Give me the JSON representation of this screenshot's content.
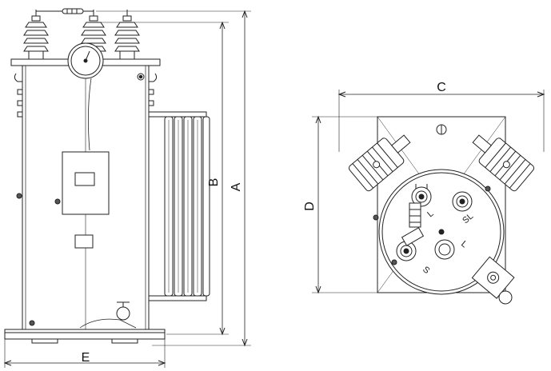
{
  "diagram": {
    "dimension_labels": {
      "a": "A",
      "b": "B",
      "c": "C",
      "d": "D",
      "e": "E"
    },
    "bushing_marks": {
      "l1": "L",
      "l2": "L",
      "s1": "S",
      "sl": "SL"
    },
    "colors": {
      "line": "#222222",
      "background": "#ffffff",
      "fill_light": "#f2f2f2",
      "fill_dark": "#555555"
    }
  }
}
